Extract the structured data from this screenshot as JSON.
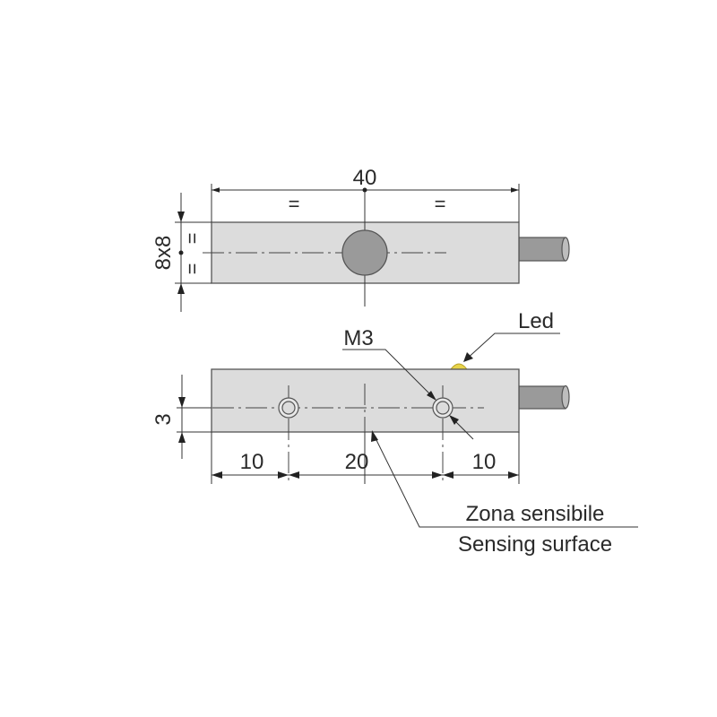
{
  "top_view": {
    "length_label": "40",
    "equal_mark_left": "=",
    "equal_mark_right": "=",
    "section_label": "8x8",
    "equal_mark_upper": "=",
    "equal_mark_lower": "="
  },
  "side_view": {
    "height_label": "3",
    "thread_label": "M3",
    "led_label": "Led",
    "spacing_left": "10",
    "spacing_middle": "20",
    "spacing_right": "10",
    "sensing_label_it": "Zona sensibile",
    "sensing_label_en": "Sensing surface"
  },
  "colors": {
    "body_fill": "#dcdcdc",
    "sensing_face": "#9a9a9a",
    "cable": "#9a9a9a",
    "led": "#e8d44a",
    "line": "#333333"
  }
}
